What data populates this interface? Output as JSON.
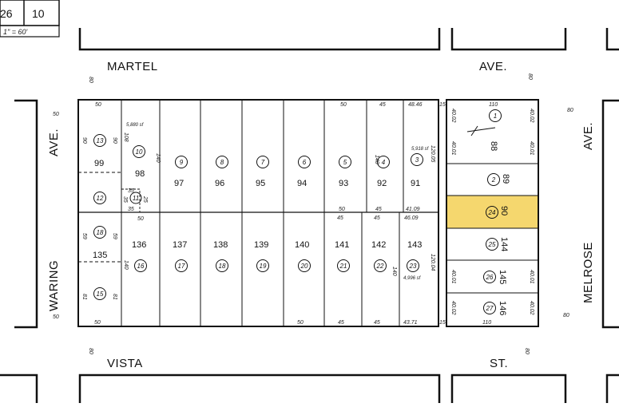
{
  "header": {
    "book": "26",
    "page": "10",
    "scale": "1\" = 60'"
  },
  "streets": {
    "martel": "MARTEL",
    "martel_ave": "AVE.",
    "vista": "VISTA",
    "vista_st": "ST.",
    "waring": "WARING",
    "waring_ave": "AVE.",
    "melrose": "MELROSE",
    "melrose_ave": "AVE."
  },
  "street_widths": {
    "w80a": "80",
    "w80b": "80",
    "w80c": "80",
    "w80d": "80",
    "w80e": "80",
    "w80f": "80"
  },
  "lots": {
    "l99": "99",
    "l98": "98",
    "l97": "97",
    "l96": "96",
    "l95": "95",
    "l94": "94",
    "l93": "93",
    "l92": "92",
    "l91": "91",
    "l135": "135",
    "l136": "136",
    "l137": "137",
    "l138": "138",
    "l139": "139",
    "l140": "140",
    "l141": "141",
    "l142": "142",
    "l143": "143",
    "l88": "88",
    "l89": "89",
    "l90": "90",
    "l144": "144",
    "l145": "145",
    "l146": "146"
  },
  "parcels": {
    "p13": "13",
    "p10": "10",
    "p9": "9",
    "p8": "8",
    "p7": "7",
    "p6": "6",
    "p5": "5",
    "p4": "4",
    "p3": "3",
    "p12": "12",
    "p11": "11",
    "p18": "18",
    "p16": "16",
    "p17": "17",
    "p18b": "18",
    "p19": "19",
    "p20": "20",
    "p21": "21",
    "p22": "22",
    "p23": "23",
    "p15": "15",
    "p1": "1",
    "p2": "2",
    "p24": "24",
    "p25": "25",
    "p26": "26",
    "p27": "27"
  },
  "dimensions": {
    "top50a": "50",
    "top50b": "50",
    "top45": "45",
    "top4846": "48.46",
    "top15": "15",
    "top110": "110",
    "mid50": "50",
    "mid45a": "45",
    "mid45b": "45",
    "mid4109": "41.09",
    "mid4609": "46.09",
    "bot50a": "50",
    "bot50b": "50",
    "bot45a": "45",
    "bot45b": "45",
    "bot4371": "43.71",
    "bot15": "15",
    "bot110": "110",
    "left50a": "50",
    "left50b": "50",
    "d90a": "90",
    "d90b": "90",
    "d108": "108",
    "d140a": "140",
    "d140b": "140",
    "d140c": "140",
    "d140d": "140",
    "d12005": "120.05",
    "d12004": "120.04",
    "d59a": "59",
    "d59b": "59",
    "d81a": "81",
    "d81b": "81",
    "d4002a": "40.02",
    "d4002b": "40.02",
    "d4002c": "40.02",
    "d4002d": "40.02",
    "d4001a": "40.01",
    "d4001b": "40.01",
    "d4001c": "40.01",
    "d4001d": "40.01",
    "d35a": "35",
    "d35b": "35",
    "d35c": "35",
    "d25": "25",
    "area10": "5,880 sf",
    "area3": "5,918 sf",
    "area23": "4,996 sf"
  },
  "highlight": {
    "lot": "90",
    "parcel": "24",
    "color": "#f5d76e"
  },
  "colors": {
    "ink": "#111111",
    "paper": "#ffffff",
    "highlight": "#f5d76e"
  }
}
